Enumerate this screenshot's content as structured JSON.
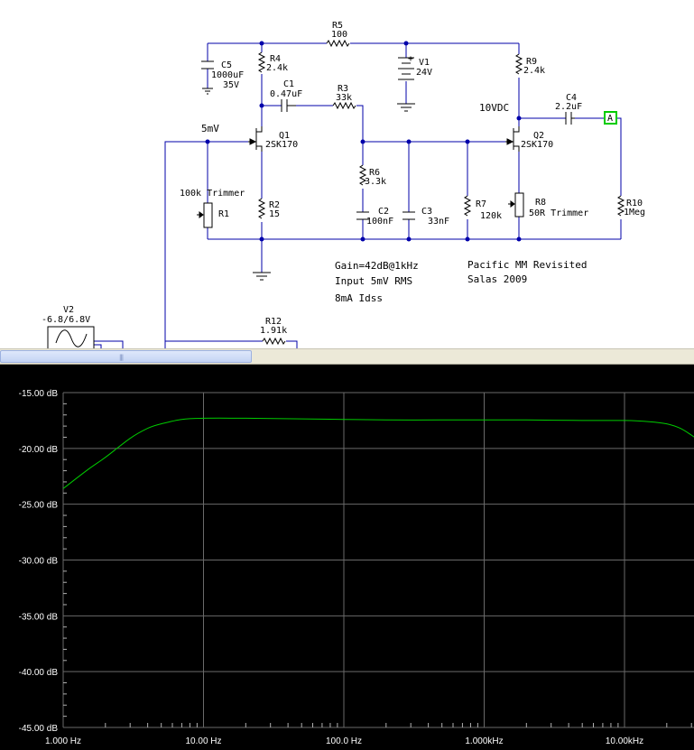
{
  "schematic": {
    "wire_color": "#0000aa",
    "components": {
      "r5": {
        "name": "R5",
        "value": "100"
      },
      "c5": {
        "name": "C5",
        "value": "1000uF",
        "rating": "35V"
      },
      "r4": {
        "name": "R4",
        "value": "2.4k"
      },
      "v1": {
        "name": "V1",
        "value": "24V",
        "polarity": "+"
      },
      "r9": {
        "name": "R9",
        "value": "2.4k"
      },
      "c1": {
        "name": "C1",
        "value": "0.47uF"
      },
      "r3": {
        "name": "R3",
        "value": "33k"
      },
      "c4": {
        "name": "C4",
        "value": "2.2uF"
      },
      "q1": {
        "name": "Q1",
        "value": "2SK170"
      },
      "q2": {
        "name": "Q2",
        "value": "2SK170"
      },
      "r1": {
        "name": "R1",
        "value": "100k Trimmer"
      },
      "r2": {
        "name": "R2",
        "value": "15"
      },
      "r6": {
        "name": "R6",
        "value": "3.3k"
      },
      "c2": {
        "name": "C2",
        "value": "100nF"
      },
      "c3": {
        "name": "C3",
        "value": "33nF"
      },
      "r7": {
        "name": "R7",
        "value": "120k"
      },
      "r8": {
        "name": "R8",
        "value": "50R Trimmer"
      },
      "r10": {
        "name": "R10",
        "value": "1Meg"
      },
      "v2": {
        "name": "V2",
        "value": "-6.8/6.8V"
      },
      "r12": {
        "name": "R12",
        "value": "1.91k"
      }
    },
    "probe": {
      "label": "A",
      "color": "#00cc00"
    },
    "annotations": {
      "input_level": "5mV",
      "drain_voltage": "10VDC",
      "notes_left": [
        "Gain=42dB@1kHz",
        "Input 5mV RMS",
        "8mA Idss"
      ],
      "notes_right": [
        "Pacific MM Revisited",
        "Salas 2009"
      ]
    }
  },
  "plot": {
    "background": "#000000",
    "grid_color": "#6a6a6a",
    "minor_tick_color": "#b0b0b0",
    "trace_color": "#00cc00",
    "y_tick_labels": [
      "-15.00 dB",
      "-20.00 dB",
      "-25.00 dB",
      "-30.00 dB",
      "-35.00 dB",
      "-40.00 dB",
      "-45.00 dB"
    ],
    "x_tick_labels": [
      "1.000 Hz",
      "10.00 Hz",
      "100.0 Hz",
      "1.000kHz",
      "10.00kHz"
    ]
  },
  "chart_data": {
    "type": "line",
    "x_scale": "log",
    "xlim": [
      1,
      31622
    ],
    "ylim": [
      -45,
      -15
    ],
    "series": [
      {
        "x": [
          1,
          1.5,
          2,
          3,
          4,
          5,
          7,
          10,
          20,
          50,
          100,
          200,
          500,
          1000,
          2000,
          5000,
          10000,
          15000,
          20000,
          25000,
          31622
        ],
        "y": [
          -23.6,
          -21.9,
          -20.8,
          -19.1,
          -18.2,
          -17.8,
          -17.4,
          -17.3,
          -17.3,
          -17.35,
          -17.4,
          -17.45,
          -17.45,
          -17.45,
          -17.45,
          -17.5,
          -17.5,
          -17.6,
          -17.8,
          -18.2,
          -19.0
        ]
      }
    ]
  }
}
